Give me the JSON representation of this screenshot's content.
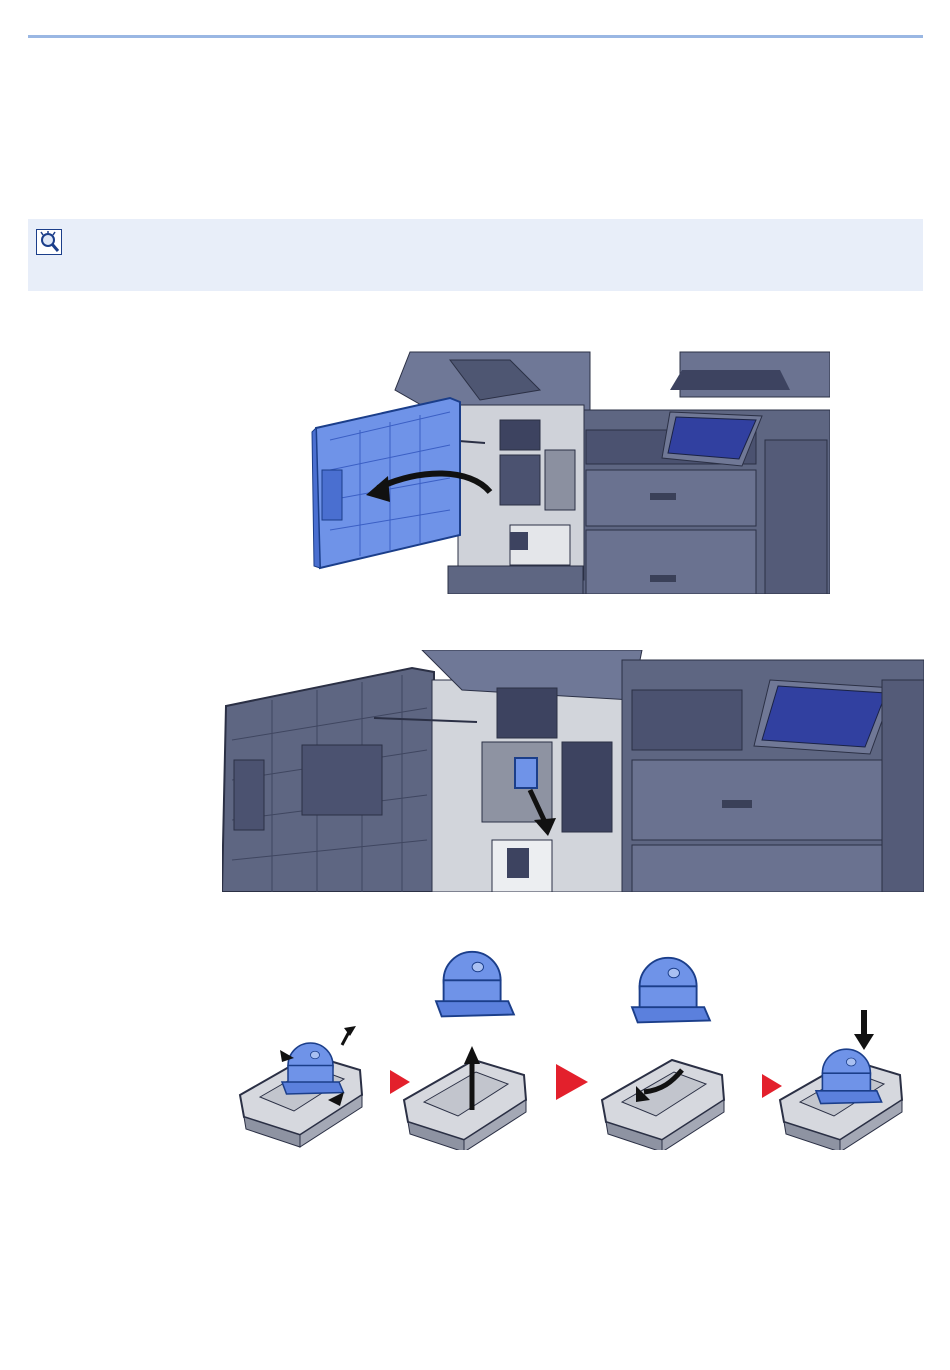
{
  "icons": {
    "note": "note-magnifier-icon",
    "step_arrow": "step-arrow-icon"
  },
  "colors": {
    "rule": "#9ab7e3",
    "note_background": "#e8eef9",
    "highlight_part": "#6f93e8",
    "device_body": "#5e6682",
    "step_arrow": "#e3202c"
  },
  "figures": [
    {
      "id": "open-front-cover"
    },
    {
      "id": "pull-out-staple-cartridge-holder"
    },
    {
      "id": "replace-staple-cartridge-steps",
      "steps": 4
    }
  ]
}
